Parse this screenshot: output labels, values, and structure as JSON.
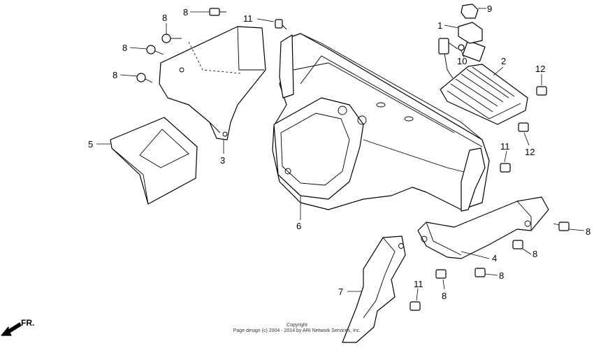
{
  "copyright": {
    "line1": "Copyright",
    "line2": "Page design (c) 2004 - 2014 by ARI Network Services, Inc."
  },
  "front_indicator": {
    "label": "FR.",
    "icon": "front-direction-arrow-icon"
  },
  "callouts": {
    "c1": "1",
    "c2": "2",
    "c3": "3",
    "c4": "4",
    "c5": "5",
    "c6": "6",
    "c7": "7",
    "c8a": "8",
    "c8b": "8",
    "c8c": "8",
    "c8d": "8",
    "c8e": "8",
    "c8f": "8",
    "c8g": "8",
    "c8h": "8",
    "c9": "9",
    "c10": "10",
    "c11a": "11",
    "c11b": "11",
    "c11c": "11",
    "c12a": "12",
    "c12b": "12"
  }
}
